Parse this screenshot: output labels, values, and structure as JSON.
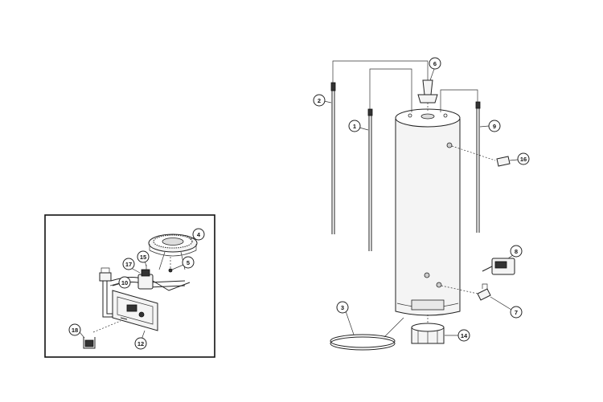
{
  "callouts": {
    "c1": "1",
    "c2": "2",
    "c3": "3",
    "c4": "4",
    "c5": "5",
    "c6": "6",
    "c7": "7",
    "c8": "8",
    "c9": "9",
    "c10": "10",
    "c12": "12",
    "c14": "14",
    "c15": "15",
    "c16": "16",
    "c17": "17",
    "c18": "18"
  }
}
